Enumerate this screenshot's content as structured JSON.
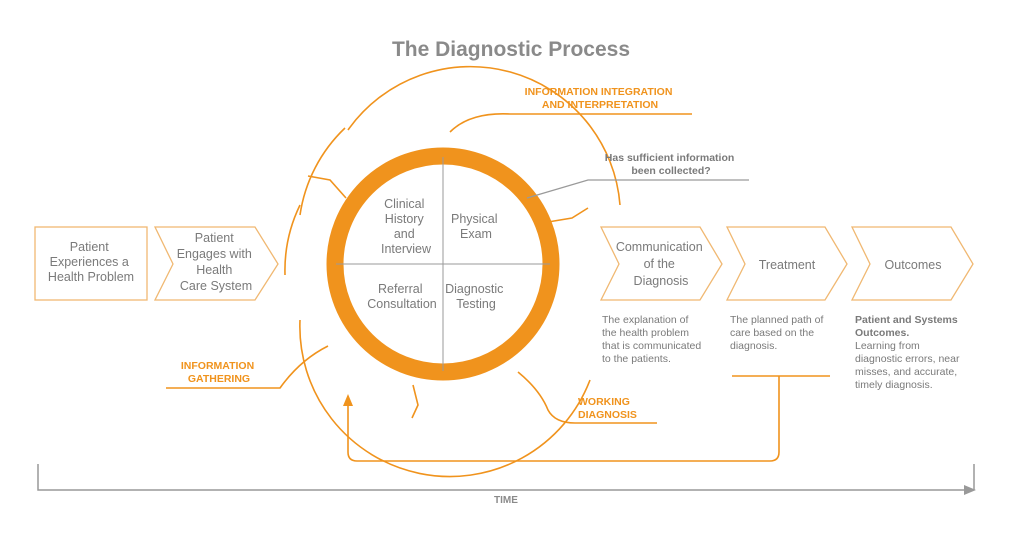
{
  "title": "The Diagnostic Process",
  "steps": {
    "patient_experiences": [
      "Patient",
      "Experiences a",
      "Health Problem"
    ],
    "patient_engages": [
      "Patient",
      "Engages with",
      "Health",
      "Care System"
    ],
    "communication": [
      "Communication",
      "of the",
      "Diagnosis"
    ],
    "treatment": [
      "Treatment"
    ],
    "outcomes": [
      "Outcomes"
    ]
  },
  "quadrants": {
    "clinical_history": [
      "Clinical",
      "History",
      "and",
      "Interview"
    ],
    "physical_exam": [
      "Physical",
      "Exam"
    ],
    "referral": [
      "Referral",
      "Consultation"
    ],
    "diagnostic_testing": [
      "Diagnostic",
      "Testing"
    ]
  },
  "labels": {
    "integration": [
      "INFORMATION INTEGRATION",
      "AND INTERPRETATION"
    ],
    "gathering": [
      "INFORMATION",
      "GATHERING"
    ],
    "working": [
      "WORKING",
      "DIAGNOSIS"
    ],
    "question": [
      "Has sufficient information",
      "been collected?"
    ]
  },
  "descriptions": {
    "communication": [
      "The explanation of",
      "the health problem",
      "that is communicated",
      "to the patients."
    ],
    "treatment": [
      "The planned path of",
      "care based on the",
      "diagnosis."
    ],
    "outcomes_title": [
      "Patient and Systems",
      "Outcomes."
    ],
    "outcomes": [
      "Learning from",
      "diagnostic errors, near",
      "misses, and accurate,",
      "timely diagnosis."
    ]
  },
  "time_label": "TIME",
  "colors": {
    "accent": "#f0931d",
    "chevron_border": "#f0b872",
    "text_gray": "#7a7a7a",
    "title_gray": "#8a8a8a",
    "axis_gray": "#999999"
  }
}
